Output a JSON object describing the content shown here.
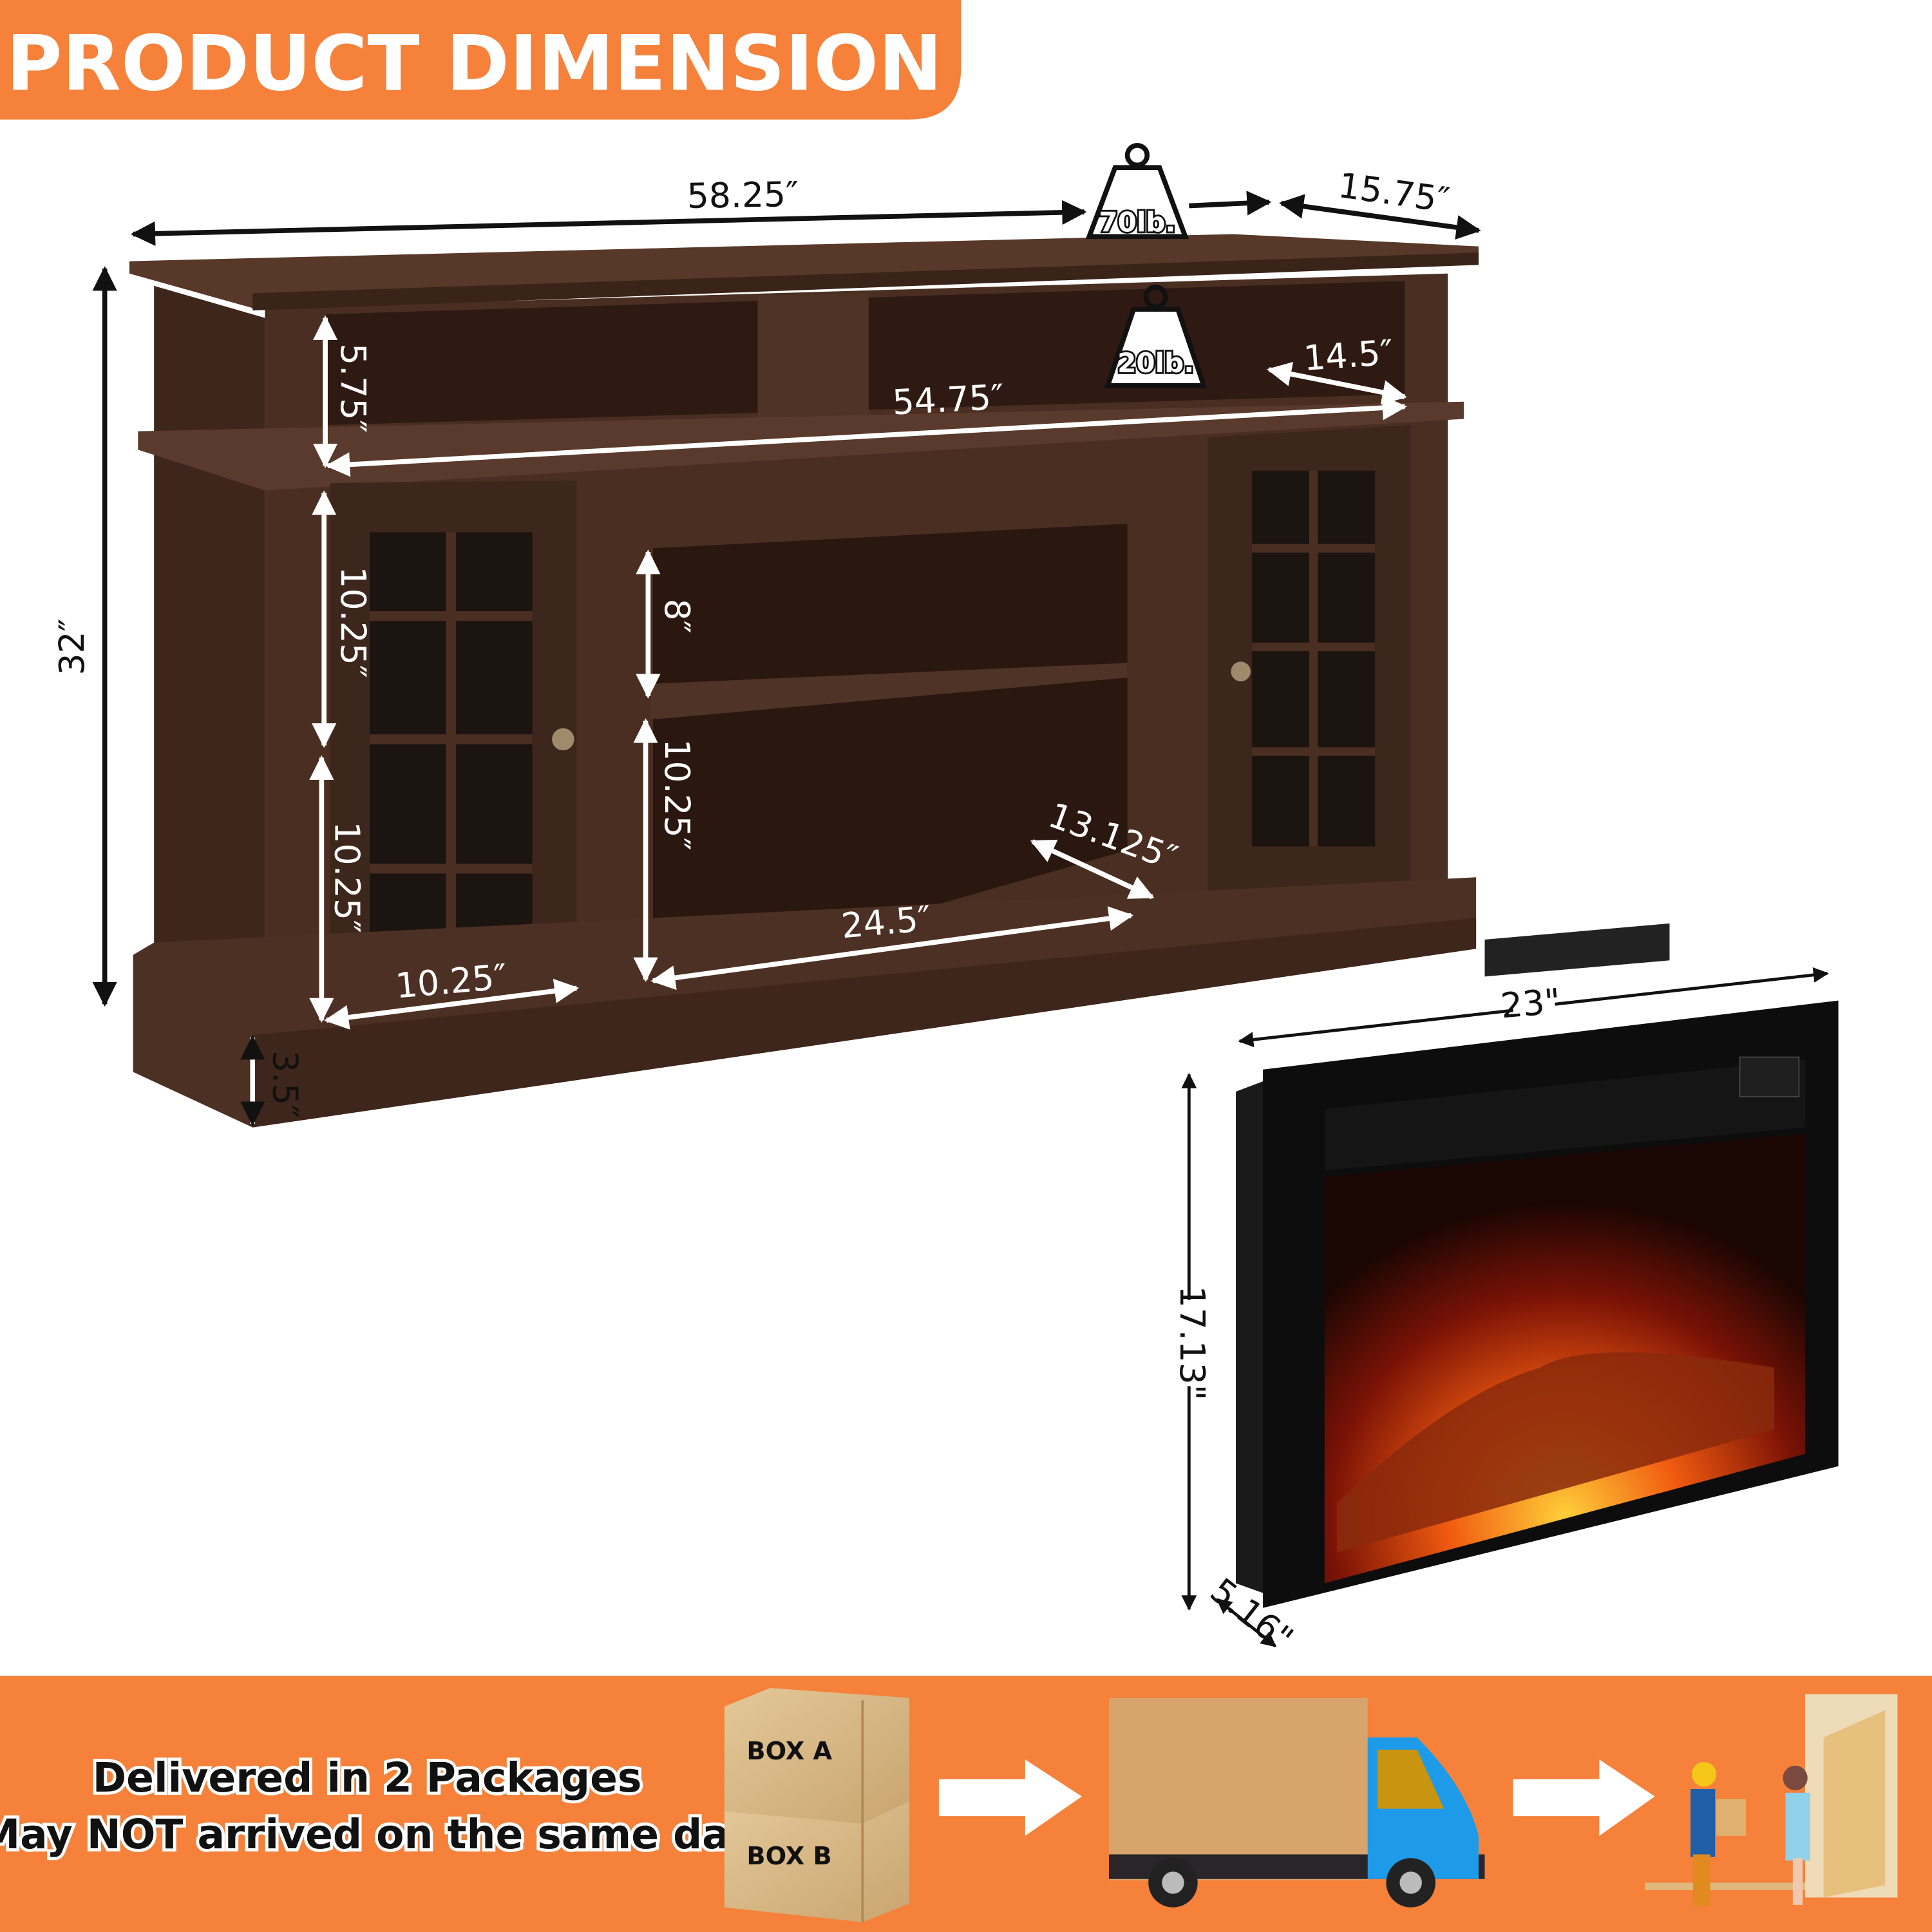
{
  "header": {
    "title": "PRODUCT DIMENSION"
  },
  "colors": {
    "accent": "#F5813A",
    "wood": "#4a2e22",
    "wood_dark": "#2e1a12",
    "fireplace": "#111111",
    "truck_cab": "#1e9be8"
  },
  "tv_stand": {
    "weights": {
      "top": "70lb.",
      "shelf": "20lb."
    },
    "dimensions": {
      "width": "58.25″",
      "depth": "15.75″",
      "height": "32″",
      "top_shelf_height": "5.75″",
      "top_shelf_width": "54.75″",
      "top_shelf_depth": "14.5″",
      "door_upper_height": "10.25″",
      "door_lower_height": "10.25″",
      "door_width": "10.25″",
      "center_upper_height": "8″",
      "center_lower_height": "10.25″",
      "center_width": "24.5″",
      "center_depth": "13.125″",
      "base_height": "3.5″"
    }
  },
  "fireplace": {
    "width": "23\"",
    "height": "17.13\"",
    "depth": "5.16\""
  },
  "delivery": {
    "line1": "Delivered in 2 Packages",
    "line2": "May NOT arrived on the same day",
    "box_a": "BOX A",
    "box_b": "BOX B",
    "icons": [
      "boxes-icon",
      "arrow-right-icon",
      "truck-icon",
      "arrow-right-icon",
      "delivery-person-icon"
    ]
  }
}
